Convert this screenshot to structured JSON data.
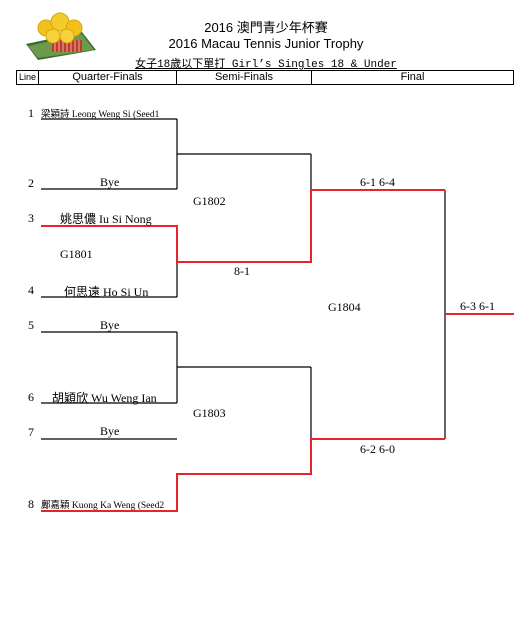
{
  "header": {
    "title_line1": "2016 澳門青少年杯賽",
    "title_line2": "2016 Macau Tennis Junior Trophy",
    "title_line3": "女子18歲以下單打 Girl’s Singles 18 & Under"
  },
  "columns": {
    "line": "Line",
    "quarter_finals": "Quarter-Finals",
    "semi_finals": "Semi-Finals",
    "final": "Final"
  },
  "players": [
    {
      "line": "1",
      "name": "梁穎詩 Leong Weng Si (Seed1"
    },
    {
      "line": "2",
      "name": "Bye"
    },
    {
      "line": "3",
      "name": "姚思儂 Iu Si Nong"
    },
    {
      "line": "4",
      "name": "何思遠 Ho Si Un"
    },
    {
      "line": "5",
      "name": "Bye"
    },
    {
      "line": "6",
      "name": "胡穎欣 Wu Weng Ian"
    },
    {
      "line": "7",
      "name": "Bye"
    },
    {
      "line": "8",
      "name": "鄺嘉穎 Kuong Ka Weng (Seed2"
    }
  ],
  "matches": {
    "g1801": "G1801",
    "g1802": "G1802",
    "g1803": "G1803",
    "g1804": "G1804"
  },
  "scores": {
    "qf_1801": "8-1",
    "sf_top": "6-1 6-4",
    "sf_bottom": "6-2 6-0",
    "final": "6-3 6-1"
  },
  "colors": {
    "winner_line": "#e8232a",
    "line": "#000000",
    "logo_ball": "#f2c21b",
    "logo_court": "#3a6b32",
    "logo_net": "#c23a2a"
  }
}
